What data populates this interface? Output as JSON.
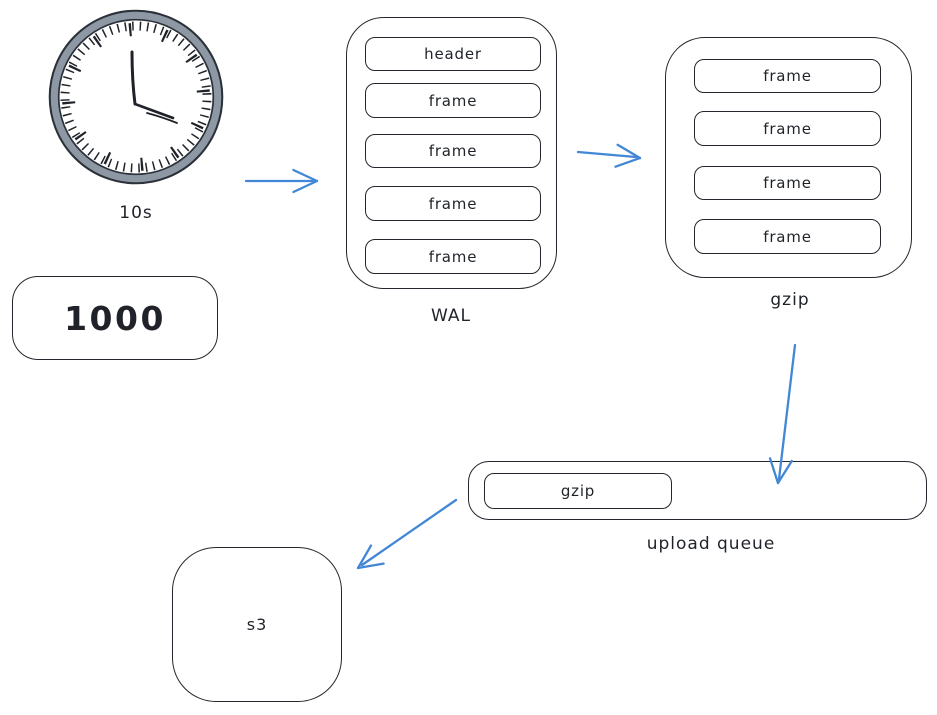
{
  "colors": {
    "stroke": "#23272d",
    "arrow": "#4287d6",
    "clock_rim": "#8d98a4",
    "text": "#1f2329",
    "background": "#ffffff"
  },
  "clock": {
    "label": "10s"
  },
  "batch_box": {
    "value": "1000"
  },
  "wal": {
    "label": "WAL",
    "slots": [
      "header",
      "frame",
      "frame",
      "frame",
      "frame"
    ]
  },
  "gzip_group": {
    "label": "gzip",
    "slots": [
      "frame",
      "frame",
      "frame",
      "frame"
    ]
  },
  "upload_queue": {
    "label": "upload queue",
    "items": [
      "gzip"
    ]
  },
  "s3": {
    "label": "s3"
  }
}
